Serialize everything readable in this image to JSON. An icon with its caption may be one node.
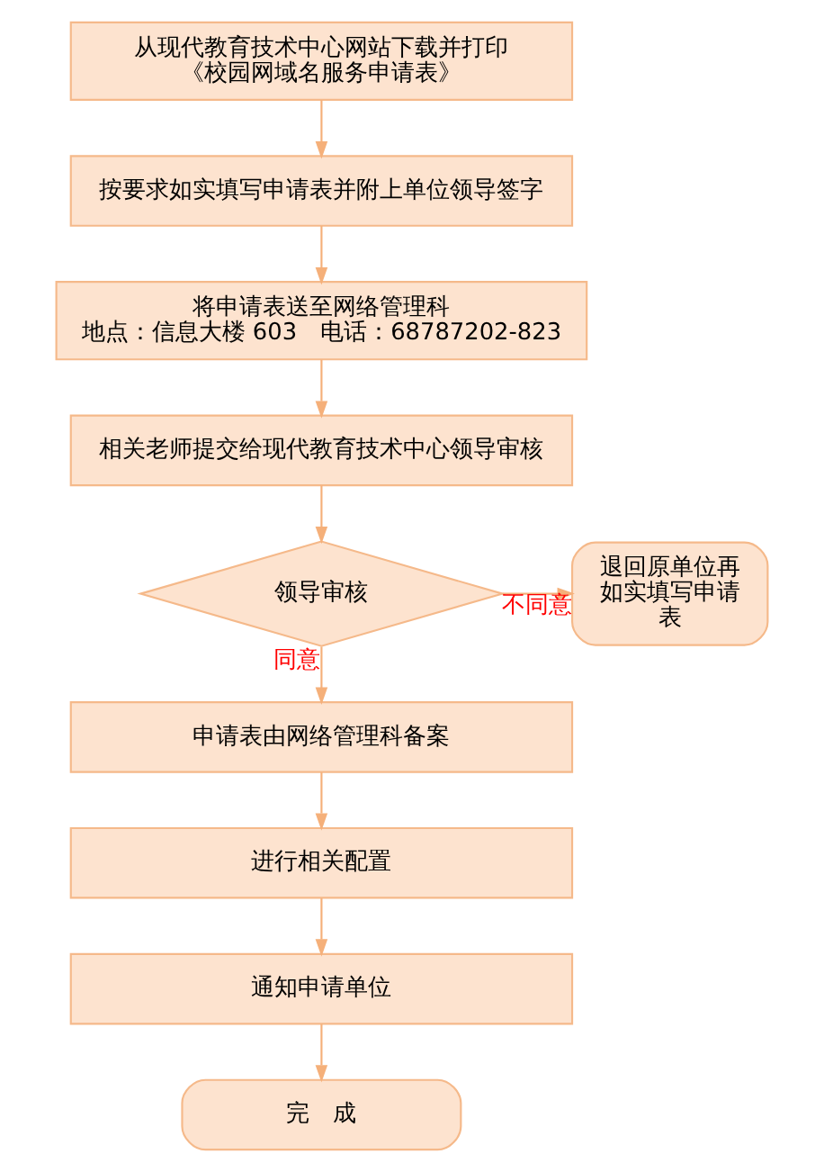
{
  "diagram": {
    "nodes": [
      {
        "text": [
          "从现代教育技术中心网站下载并打印《校园网域名服务申请表》"
        ]
      },
      {
        "text": [
          "按要求如实填写申请表并附上单位领导签字"
        ]
      },
      {
        "text": [
          "将申请表送至网络管理科",
          "地点：信息大楼 603　电话：68787202-823"
        ]
      },
      {
        "text": [
          "相关老师提交给现代教育技术中心领导审核"
        ]
      },
      {
        "text": [
          "领导审核"
        ]
      },
      {
        "text": [
          "退回原单位再如实填写申请表"
        ]
      },
      {
        "text": [
          "申请表由网络管理科备案"
        ]
      },
      {
        "text": [
          "进行相关配置"
        ]
      },
      {
        "text": [
          "通知申请单位"
        ]
      },
      {
        "text": [
          "完　成"
        ]
      }
    ],
    "edges": [
      {
        "from": 0,
        "to": 1,
        "arrow": "to"
      },
      {
        "from": 1,
        "to": 2,
        "arrow": "to"
      },
      {
        "from": 2,
        "to": 3,
        "arrow": "to"
      },
      {
        "from": 3,
        "to": 4,
        "arrow": "to"
      },
      {
        "from": 4,
        "to": 5,
        "arrow": "to",
        "label": "不同意"
      },
      {
        "from": 4,
        "to": 6,
        "arrow": "to",
        "label": "同意"
      },
      {
        "from": 6,
        "to": 7,
        "arrow": "to"
      },
      {
        "from": 7,
        "to": 8,
        "arrow": "to"
      },
      {
        "from": 8,
        "to": 9,
        "arrow": "to"
      }
    ]
  }
}
